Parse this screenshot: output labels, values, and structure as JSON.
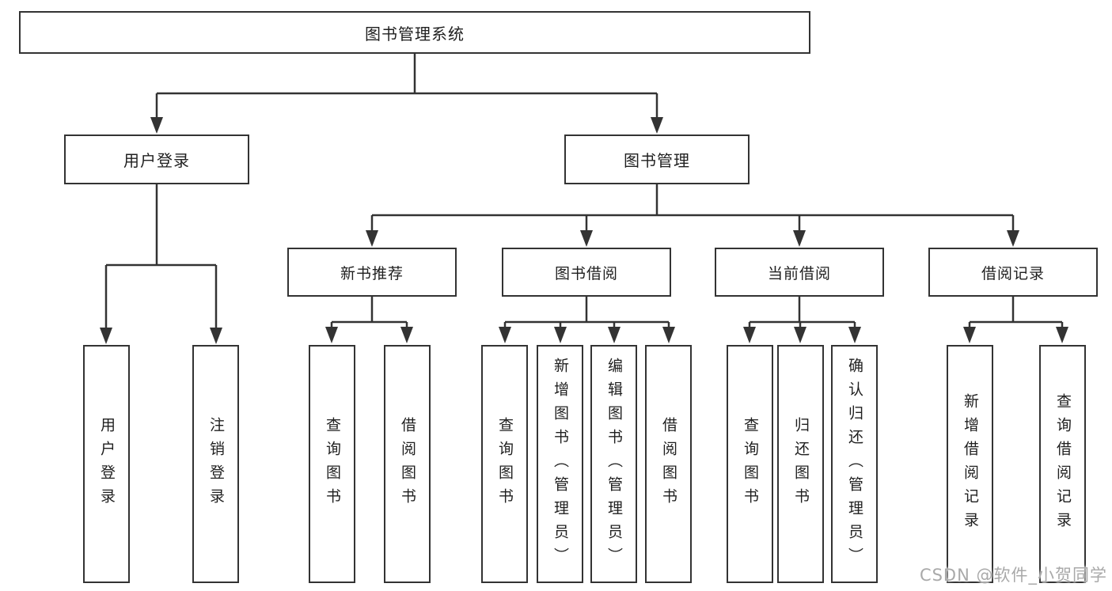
{
  "tree": {
    "label": "图书管理系统",
    "children": [
      {
        "label": "用户登录",
        "children": [
          {
            "label": "用户登录"
          },
          {
            "label": "注销登录"
          }
        ]
      },
      {
        "label": "图书管理",
        "children": [
          {
            "label": "新书推荐",
            "children": [
              {
                "label": "查询图书"
              },
              {
                "label": "借阅图书"
              }
            ]
          },
          {
            "label": "图书借阅",
            "children": [
              {
                "label": "查询图书"
              },
              {
                "label": "新增图书（管理员）"
              },
              {
                "label": "编辑图书（管理员）"
              },
              {
                "label": "借阅图书"
              }
            ]
          },
          {
            "label": "当前借阅",
            "children": [
              {
                "label": "查询图书"
              },
              {
                "label": "归还图书"
              },
              {
                "label": "确认归还（管理员）"
              }
            ]
          },
          {
            "label": "借阅记录",
            "children": [
              {
                "label": "新增借阅记录"
              },
              {
                "label": "查询借阅记录"
              }
            ]
          }
        ]
      }
    ]
  },
  "watermark": "CSDN @软件_小贺同学",
  "colors": {
    "line": "#333333",
    "box_background": "#ffffff",
    "text": "#1f1f1f",
    "watermark": "#a9a9a9"
  }
}
